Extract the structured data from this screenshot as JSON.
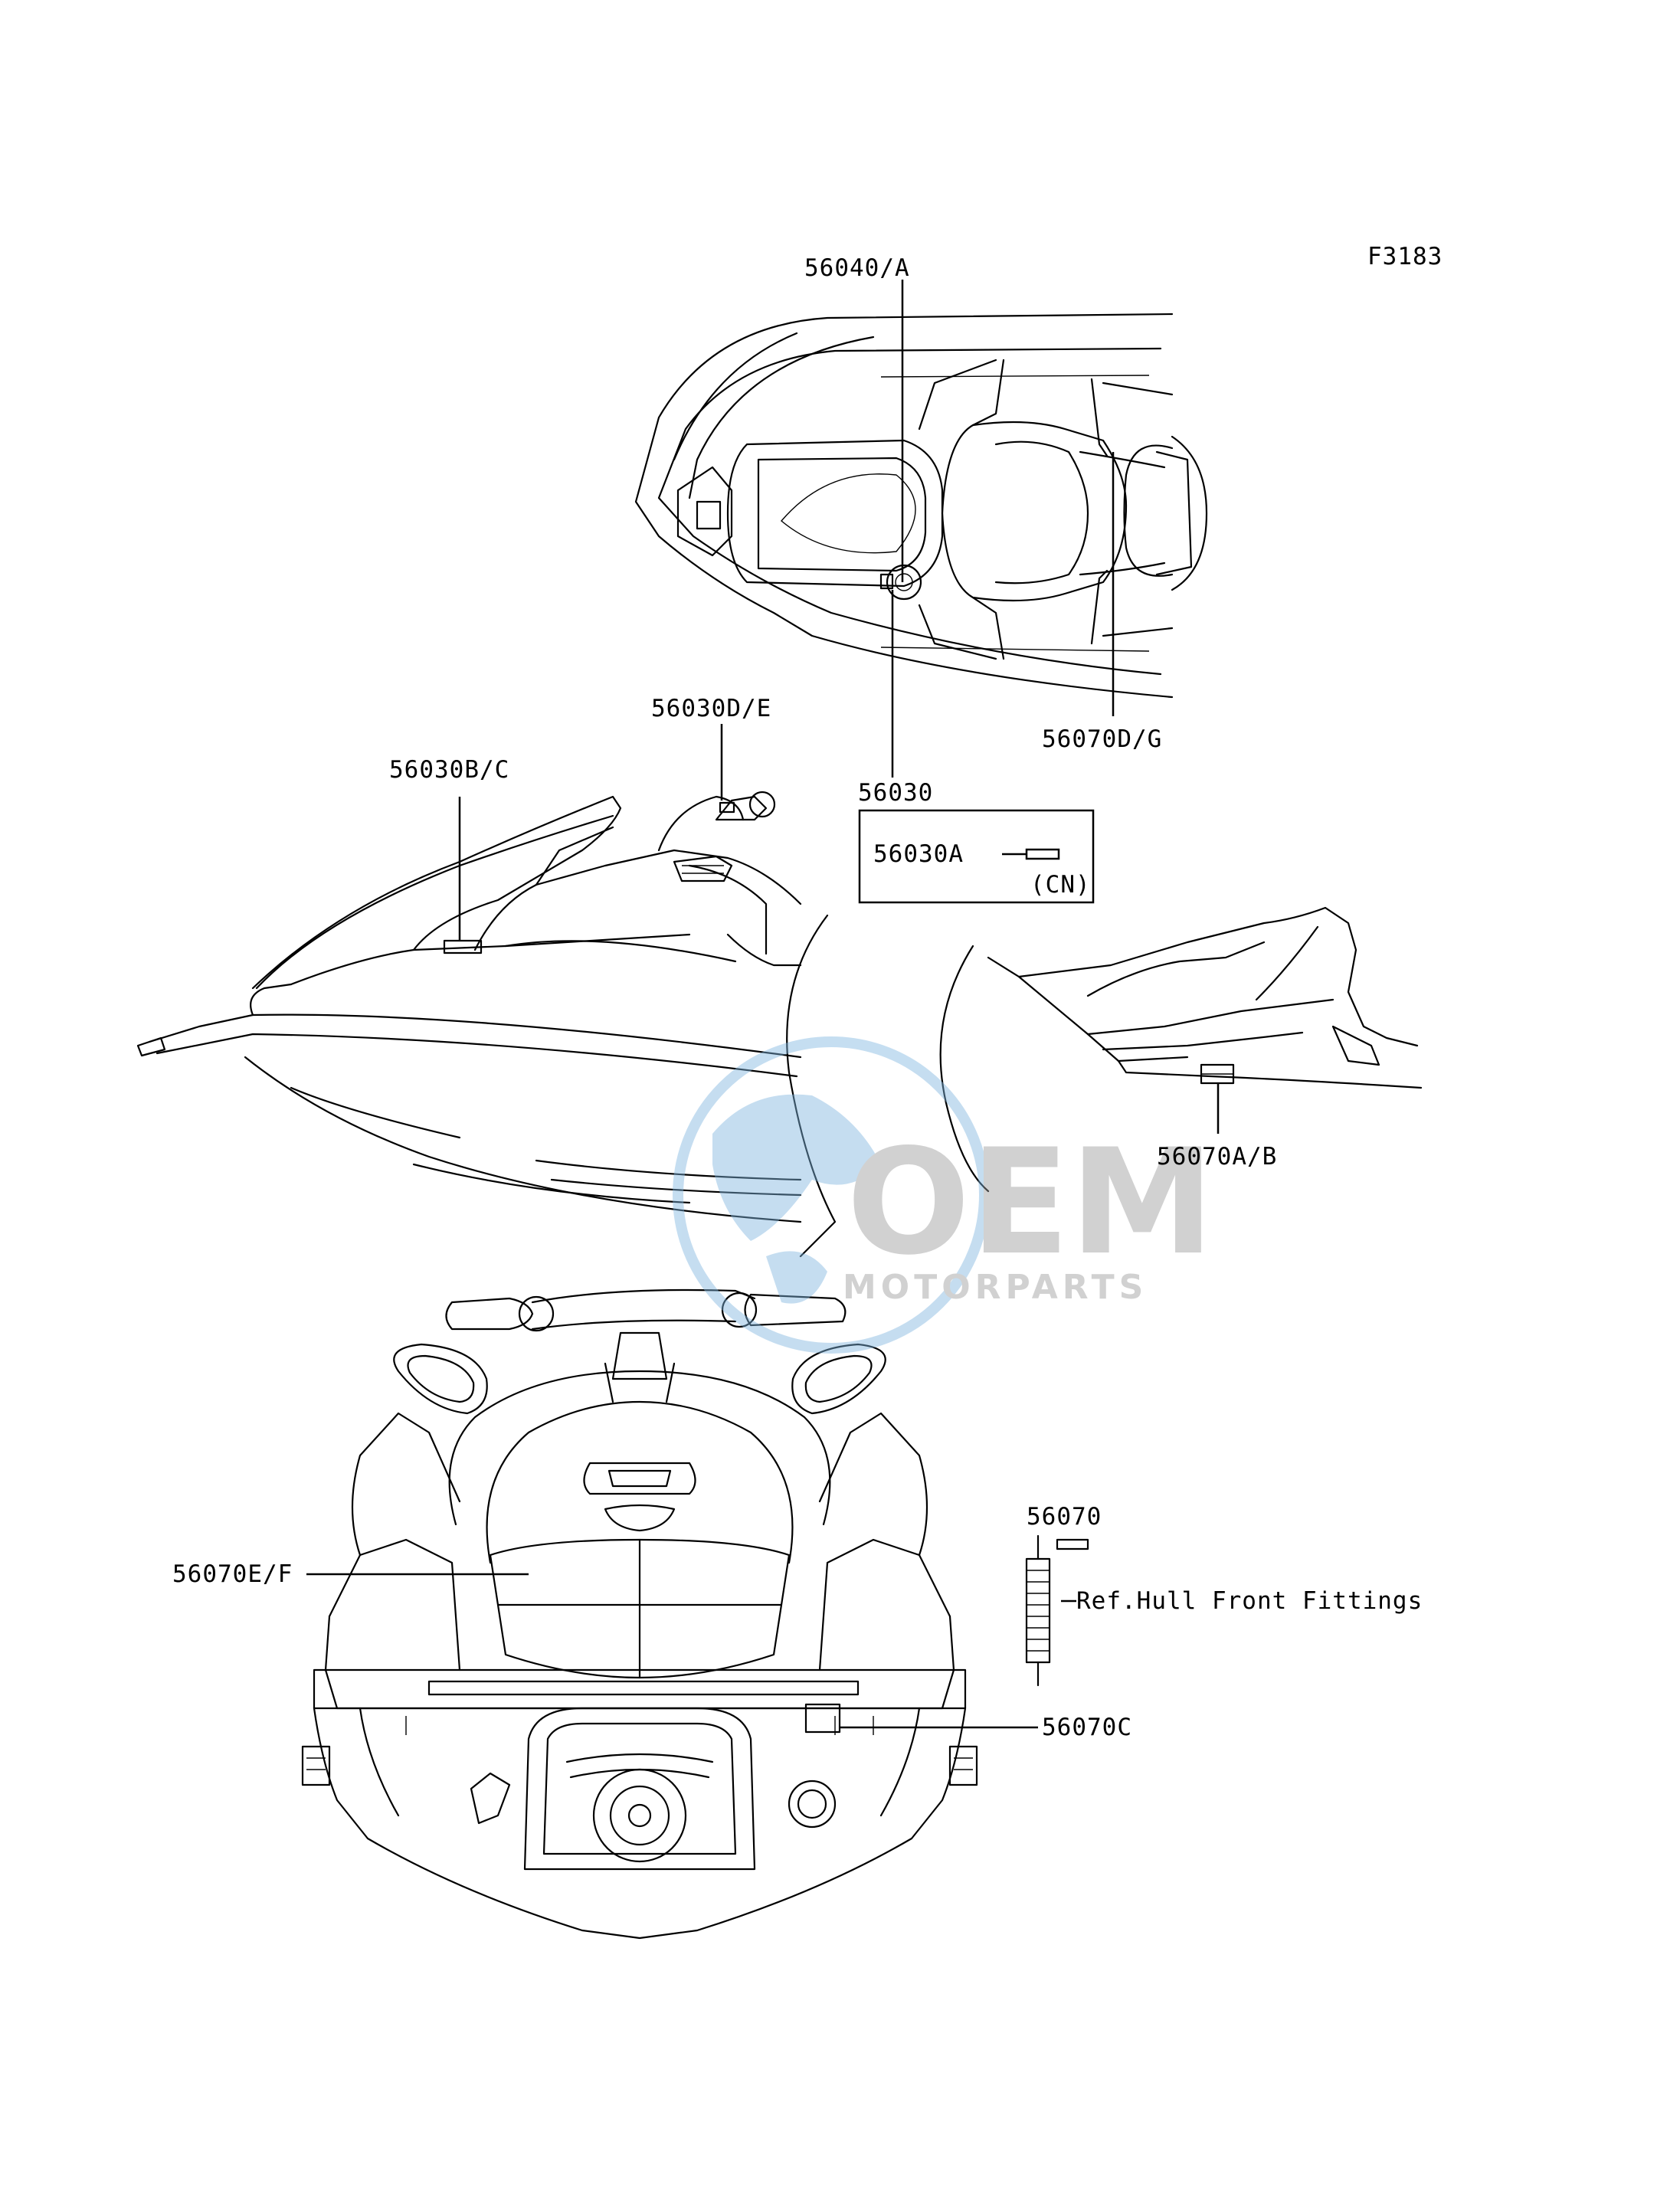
{
  "figure_code": "F3183",
  "callouts": {
    "c56040": "56040/A",
    "c56070dg": "56070D/G",
    "c56030de": "56030D/E",
    "c56030bc": "56030B/C",
    "c56030": "56030",
    "c56030a": "56030A",
    "cn": "(CN)",
    "c56070ab": "56070A/B",
    "c56070": "56070",
    "ref_hull": "Ref.Hull Front Fittings",
    "c56070ef": "56070E/F",
    "c56070c": "56070C"
  },
  "watermark": {
    "brand": "OEM",
    "tagline": "MOTORPARTS",
    "colors": {
      "globe": "#7fb6e0",
      "letters": "#9a9a9a"
    }
  }
}
